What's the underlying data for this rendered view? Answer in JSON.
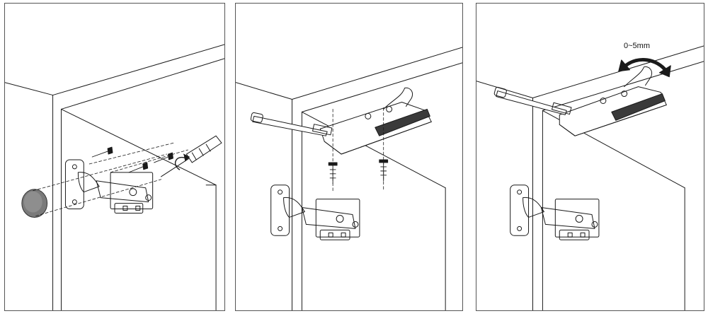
{
  "steps": [
    {
      "id": "step-1"
    },
    {
      "id": "step-2"
    },
    {
      "id": "step-3",
      "annotation": {
        "label": "0~5mm"
      }
    }
  ],
  "colors": {
    "line": "#1a1a1a",
    "panel_border": "#555555",
    "knob_fill": "#7a7a7a",
    "damper_pad": "#3a3a3a"
  }
}
